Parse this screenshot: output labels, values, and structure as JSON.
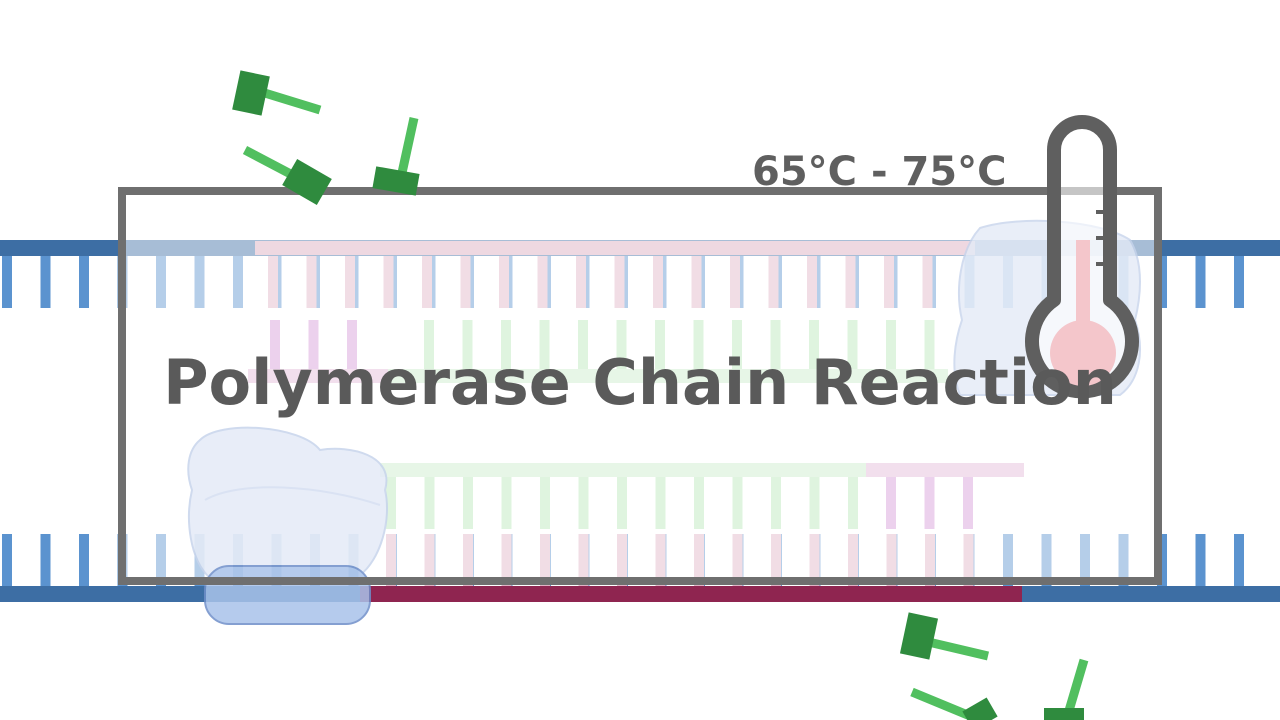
{
  "title": "Polymerase Chain Reaction",
  "temperature_label": "65°C - 75°C",
  "colors": {
    "dna_template": "#3d6ea4",
    "dna_bases": "#5b93cf",
    "new_strand_red": "#8f2550",
    "primer_pink": "#d49ad8",
    "new_strand_green": "#b9e6b9",
    "nucleotide_light": "#51bf5f",
    "nucleotide_dark": "#2f8b3e",
    "frame": "#6f6f6f",
    "thermometer": "#5f5f5f",
    "thermometer_fill": "#f4c6cb",
    "polymerase": "#dfe7f6"
  },
  "icons": [
    "thermometer-icon",
    "polymerase-enzyme",
    "nucleotide-icon"
  ]
}
